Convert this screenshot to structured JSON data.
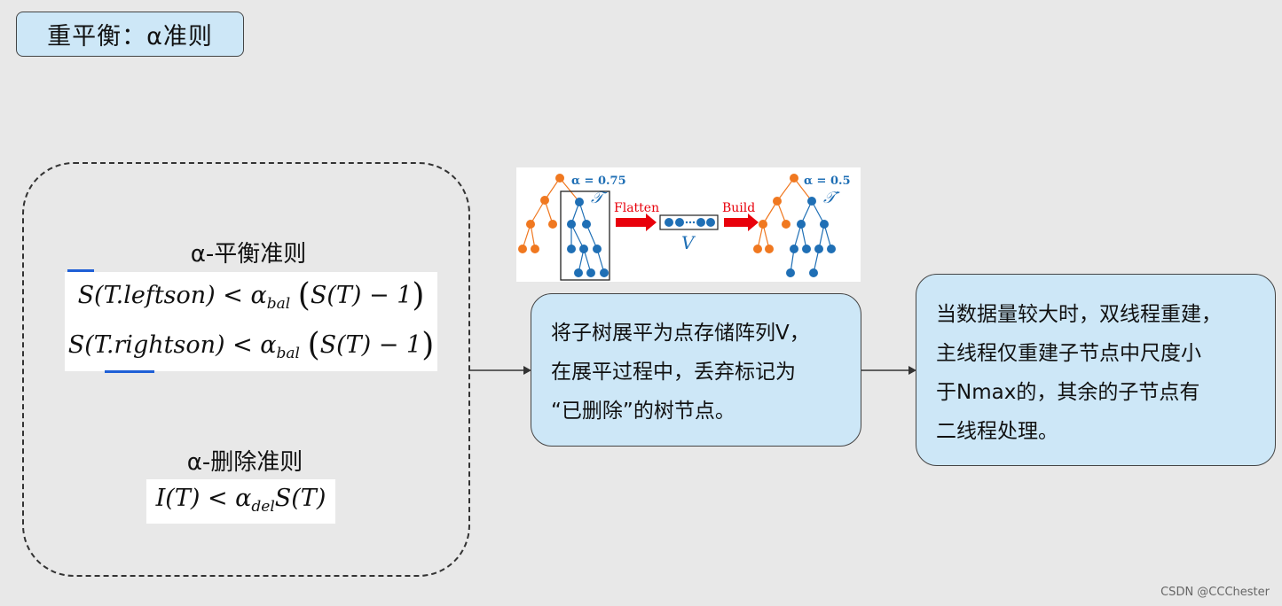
{
  "title": "重平衡：α准则",
  "left_panel": {
    "balance_title": "α-平衡准则",
    "balance_formula_1": [
      "S(T.leftson) < α",
      "bal",
      "S(T) − 1"
    ],
    "balance_formula_2": [
      "S(T.rightson) < α",
      "bal",
      "S(T) − 1"
    ],
    "delete_title": "α-删除准则",
    "delete_formula": [
      "I(T) < α",
      "del",
      "S(T)"
    ]
  },
  "figure": {
    "alpha_left": "α = 0.75",
    "alpha_right": "α = 0.5",
    "tree_left_label": "𝒯",
    "tree_right_label": "𝒯′",
    "flatten_label": "Flatten",
    "build_label": "Build",
    "vector_label": "V",
    "colors": {
      "orange": "#f07820",
      "blue": "#1f6fb5",
      "red": "#e8000b"
    }
  },
  "callout_middle": {
    "lines": [
      "将子树展平为点存储阵列V，",
      "在展平过程中，丢弃标记为",
      "“已删除”的树节点。"
    ]
  },
  "callout_right": {
    "lines": [
      "当数据量较大时，双线程重建，",
      "主线程仅重建子节点中尺度小",
      "于Nmax的，其余的子节点有",
      "二线程处理。"
    ]
  },
  "watermark": "CSDN @CCChester"
}
